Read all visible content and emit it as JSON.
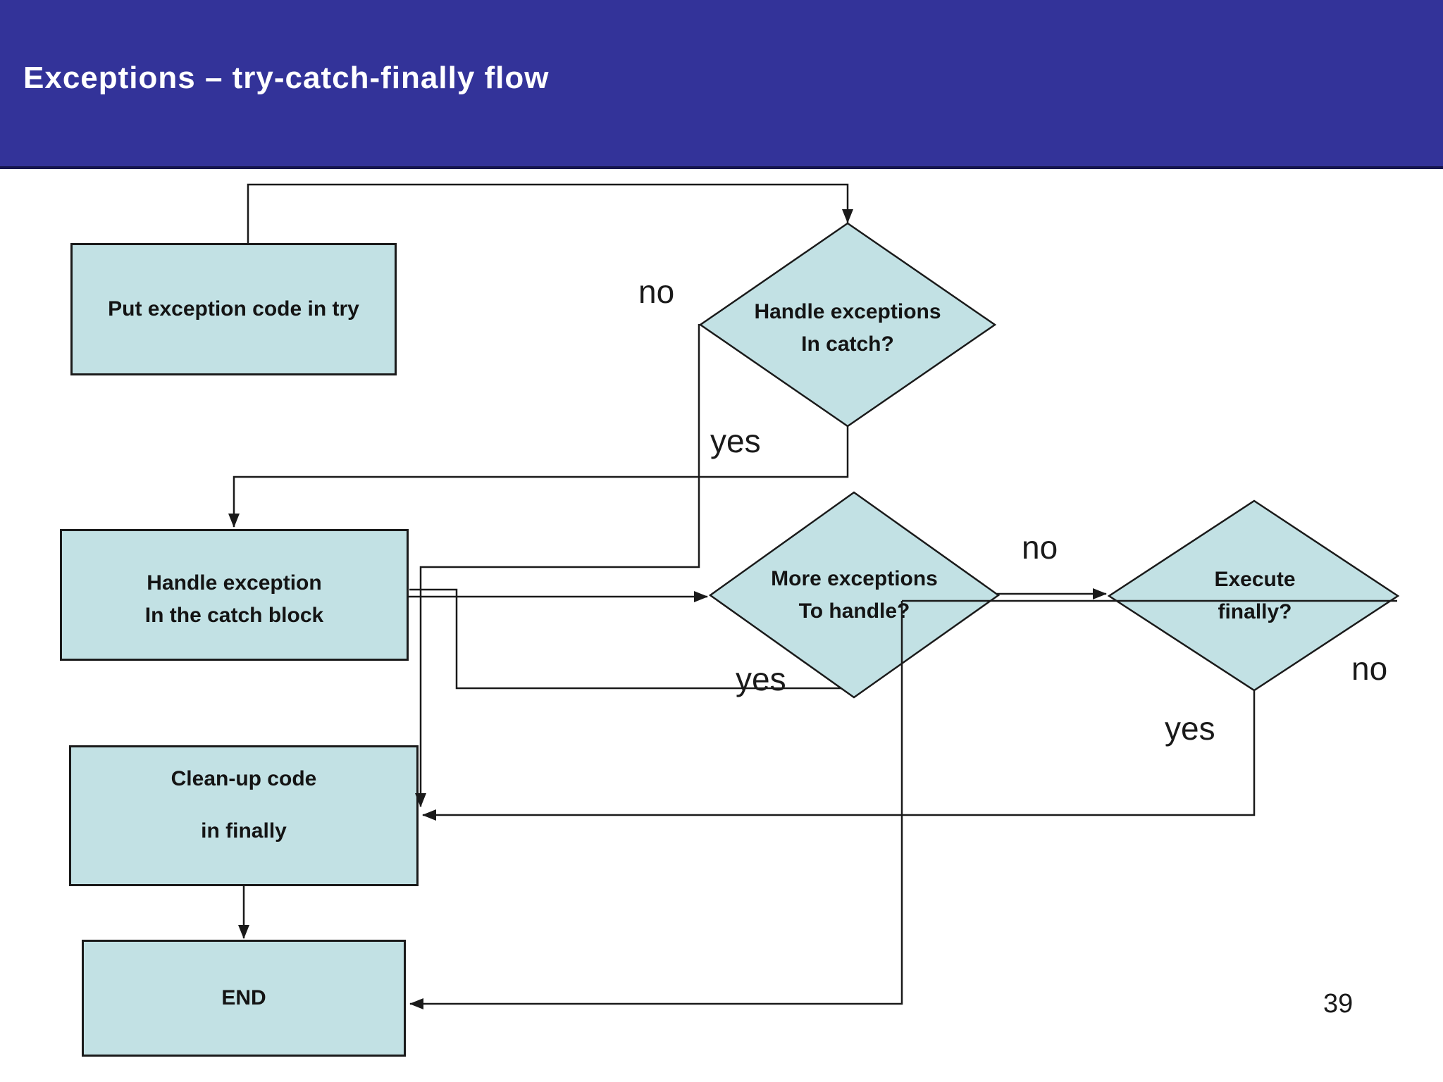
{
  "header": {
    "title": "Exceptions – try-catch-finally flow"
  },
  "page_number": "39",
  "colors": {
    "banner": "#333399",
    "banner_edge": "#15154d",
    "node_fill": "#c2e1e4",
    "node_border": "#1a1a1a",
    "line": "#1a1a1a",
    "text": "#141414",
    "title_text": "#ffffff"
  },
  "nodes": {
    "put_try": {
      "line1": "Put exception code in try"
    },
    "handle_in_catch_q": {
      "line1": "Handle exceptions",
      "line2": "In catch?"
    },
    "handle_catch_block": {
      "line1": "Handle exception",
      "line2": "In the catch block"
    },
    "more_exceptions_q": {
      "line1": "More exceptions",
      "line2": "To handle?"
    },
    "execute_finally_q": {
      "line1": "Execute",
      "line2": "finally?"
    },
    "cleanup_finally": {
      "line1": "Clean-up code",
      "line2": "in finally"
    },
    "end": {
      "line1": "END"
    }
  },
  "edge_labels": {
    "d1_no": "no",
    "d1_yes": "yes",
    "d2_yes": "yes",
    "d2_no": "no",
    "d3_yes": "yes",
    "d3_no": "no"
  }
}
